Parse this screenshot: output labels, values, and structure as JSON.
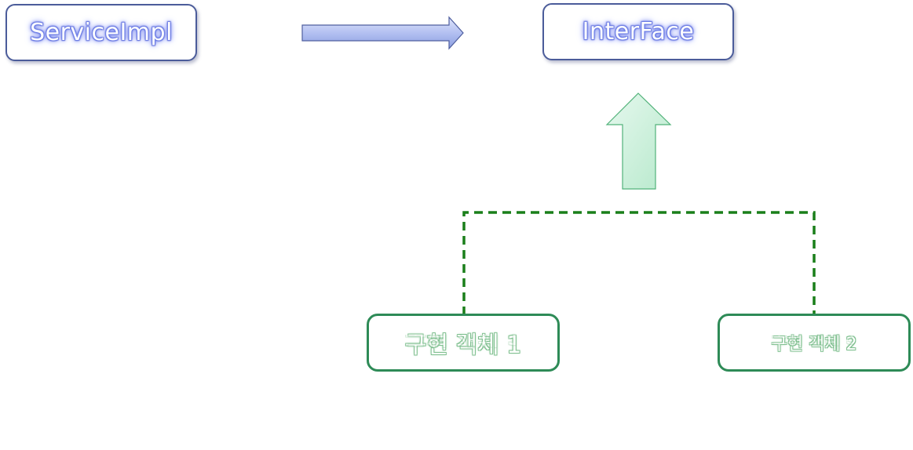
{
  "diagram": {
    "service_impl_label": "ServiceImpl",
    "interface_label": "InterFace",
    "impl1_label": "구현 객체 1",
    "impl2_label": "구현 객체 2",
    "colors": {
      "blue_border": "#4b5c9a",
      "blue_glow": "#6f7fe6",
      "arrow_blue": "#a9b8f0",
      "arrow_green": "#c9efd8",
      "green_border": "#2e8b57",
      "dashed_line": "#1a7f1a"
    }
  }
}
